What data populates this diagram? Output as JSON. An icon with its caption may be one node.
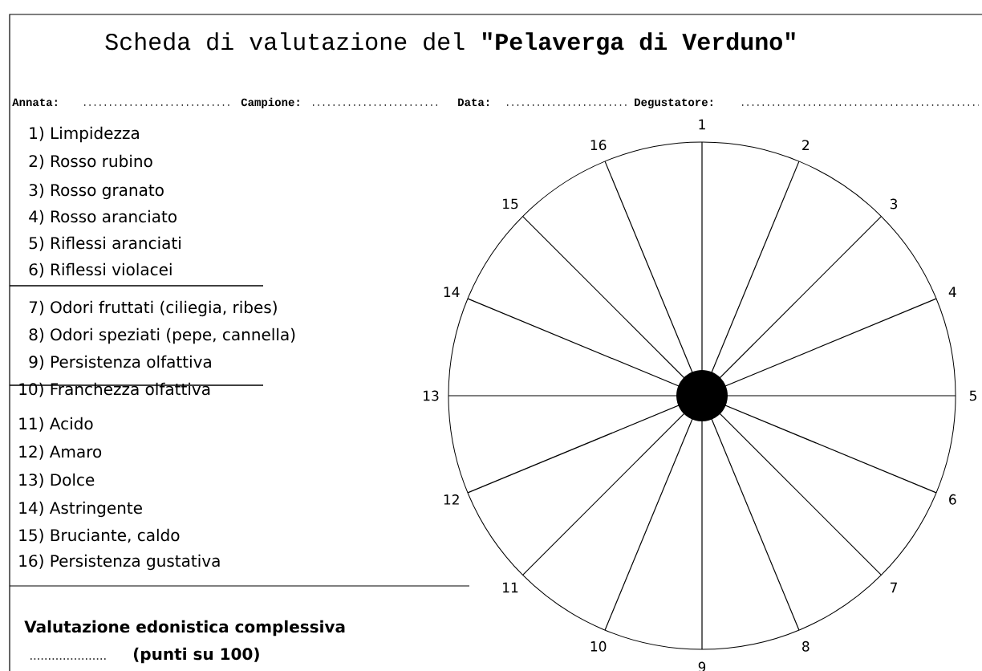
{
  "diagram": {
    "title": "Scheda di valutazione del **\"Pelaverga di Verduno\"**",
    "labels": [
      "Annata:",
      "Campione:",
      "Data:",
      "Degustatore:",
      "1) Limpidezza",
      "2) Rosso rubino",
      "3) Rosso granato",
      "4) Rosso aranciato",
      "5) Riflessi aranciati",
      "6) Riflessi violacei",
      "7) Odori fruttati (ciliegia, ribes)",
      "8) Odori speziati (pepe, cannella)",
      "9) Persistenza olfattiva",
      "10) Franchezza olfattiva",
      "11) Acido",
      "12) Amaro",
      "13) Dolce",
      "14) Astringente",
      "15) Bruciante, caldo",
      "16) Persistenza gustativa",
      "Valutazione edonistica complessiva",
      "(punti su 100)",
      "1",
      "2",
      "3",
      "4",
      "5",
      "6",
      "7",
      "8",
      "9",
      "10",
      "11",
      "12",
      "13",
      "14",
      "15",
      "16"
    ]
  }
}
